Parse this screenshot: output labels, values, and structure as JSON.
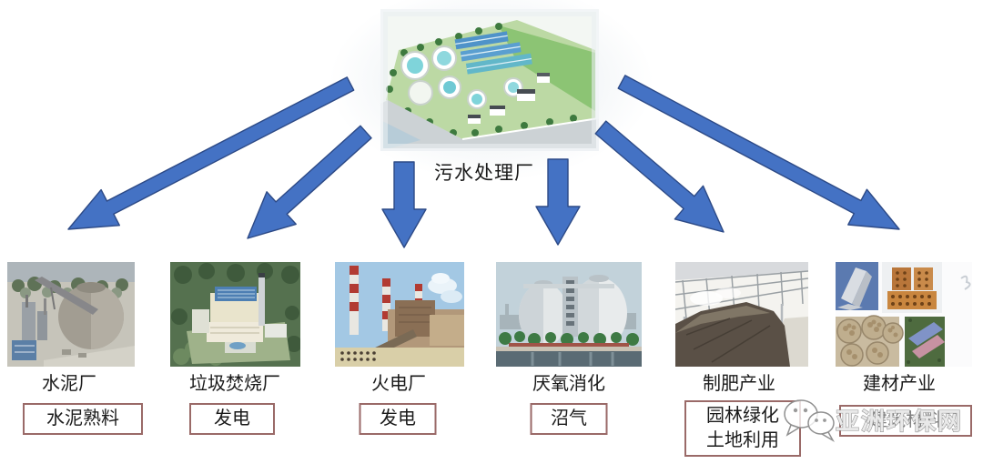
{
  "title": "污水处理厂",
  "colors": {
    "arrow": "#4472C4",
    "arrow_edge": "#2D4A86",
    "box_border": "#9A6A68",
    "text": "#1A1A1A"
  },
  "source": {
    "label": "污水处理厂",
    "photo": "wastewater-plant-aerial-photo"
  },
  "facilities": [
    {
      "name": "水泥厂",
      "photo": "cement-plant-photo",
      "output_lines": [
        "水泥熟料"
      ]
    },
    {
      "name": "垃圾焚烧厂",
      "photo": "waste-incineration-photo",
      "output_lines": [
        "发电"
      ]
    },
    {
      "name": "火电厂",
      "photo": "thermal-power-plant-photo",
      "output_lines": [
        "发电"
      ]
    },
    {
      "name": "厌氧消化",
      "photo": "anaerobic-digester-photo",
      "output_lines": [
        "沼气"
      ]
    },
    {
      "name": "制肥产业",
      "photo": "compost-shed-photo",
      "output_lines": [
        "园林绿化",
        "土地利用"
      ]
    },
    {
      "name": "建材产业",
      "photo": "building-materials-photo",
      "output_lines": [
        "建筑材料"
      ]
    }
  ],
  "flows": [
    {
      "from": "污水处理厂",
      "to": "水泥厂"
    },
    {
      "from": "污水处理厂",
      "to": "垃圾焚烧厂"
    },
    {
      "from": "污水处理厂",
      "to": "火电厂"
    },
    {
      "from": "污水处理厂",
      "to": "厌氧消化"
    },
    {
      "from": "污水处理厂",
      "to": "制肥产业"
    },
    {
      "from": "污水处理厂",
      "to": "建材产业"
    }
  ],
  "watermark": {
    "text": "亚洲环保网",
    "icon": "wechat-icon"
  }
}
